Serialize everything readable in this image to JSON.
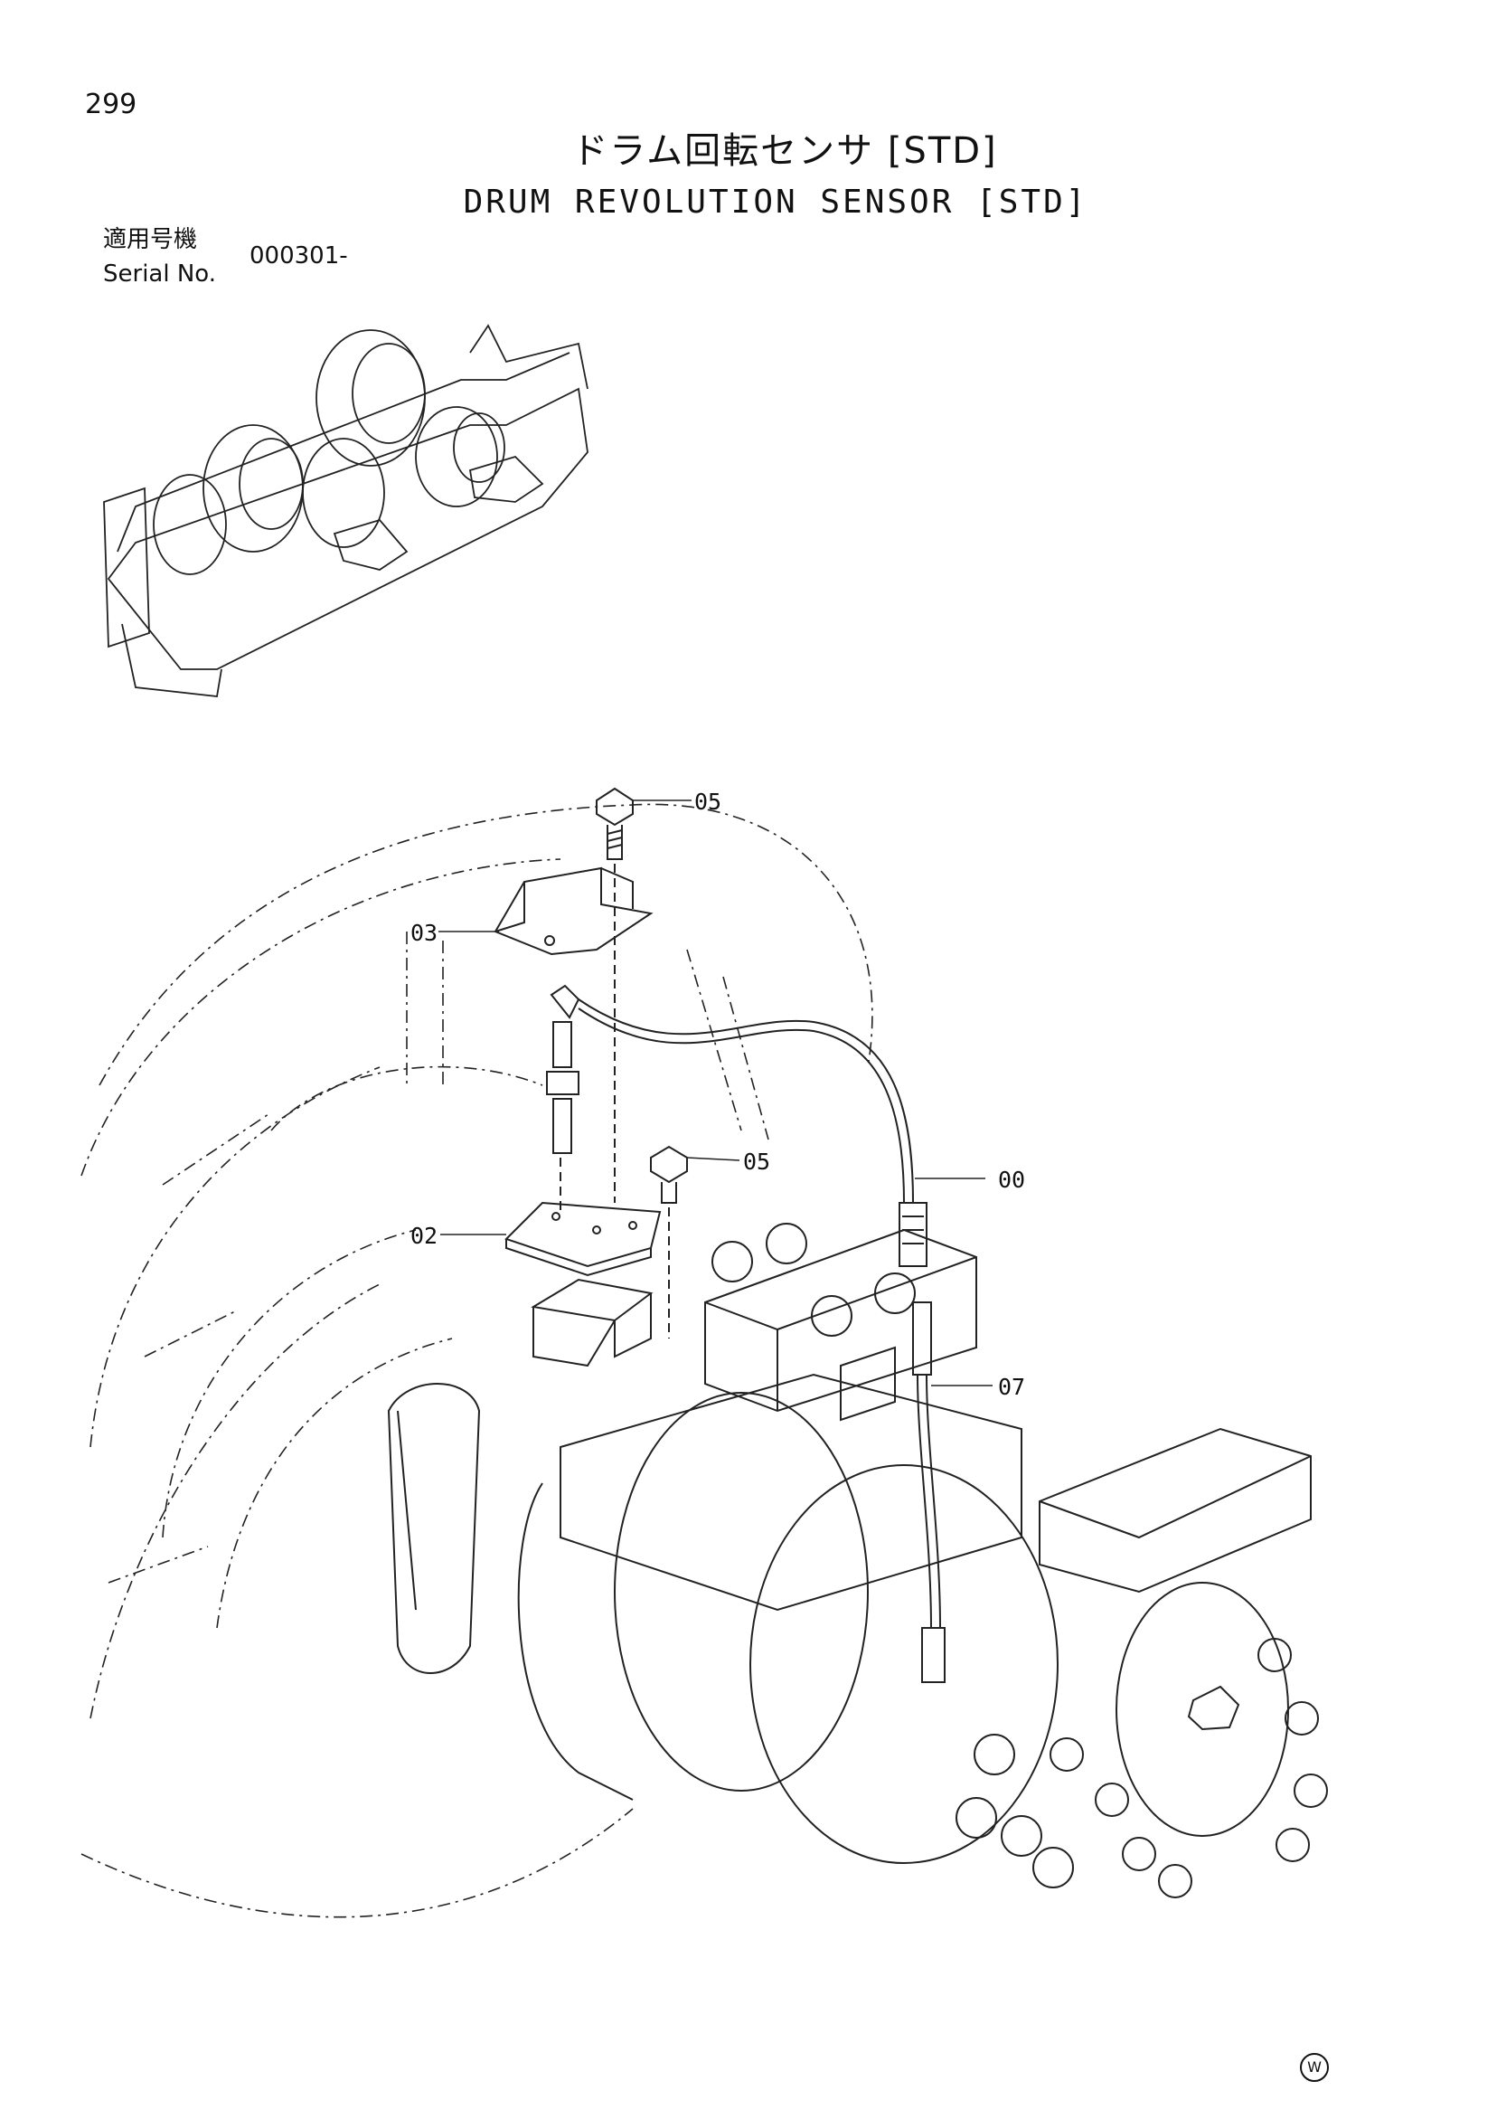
{
  "page": {
    "number": "299"
  },
  "title": {
    "japanese": "ドラム回転センサ [STD]",
    "english": "DRUM REVOLUTION SENSOR [STD]"
  },
  "serial": {
    "label_jp": "適用号機",
    "label_en": "Serial No.",
    "value": "000301-"
  },
  "callouts": {
    "bolt_top": "05",
    "bracket": "03",
    "bolt_mid": "05",
    "hose": "00",
    "plate": "02",
    "hose_lower": "07"
  },
  "footer": {
    "mark": "W"
  }
}
